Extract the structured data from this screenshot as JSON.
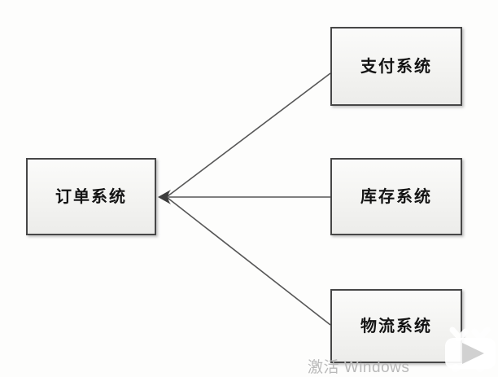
{
  "diagram": {
    "nodes": {
      "order": {
        "label": "订单系统"
      },
      "payment": {
        "label": "支付系统"
      },
      "inventory": {
        "label": "库存系统"
      },
      "logistics": {
        "label": "物流系统"
      }
    },
    "edges": [
      {
        "from": "payment",
        "to": "order",
        "arrow": "to"
      },
      {
        "from": "inventory",
        "to": "order",
        "arrow": "to"
      },
      {
        "from": "logistics",
        "to": "order",
        "arrow": "to"
      }
    ]
  },
  "watermark": {
    "text": "激活 Windows"
  },
  "overlay": {
    "play_icon": "tv-play-icon"
  },
  "colors": {
    "background": "#fdfdfc",
    "node_border": "#474747",
    "node_fill_top": "#fbfbfa",
    "node_fill_bottom": "#ececea",
    "node_text": "#141414",
    "connector": "#575757",
    "arrowhead": "#3d3d3d",
    "watermark_text": "#b9b9b9",
    "overlay_icon": "#ffffff",
    "overlay_triangle": "#cfcfcf"
  }
}
